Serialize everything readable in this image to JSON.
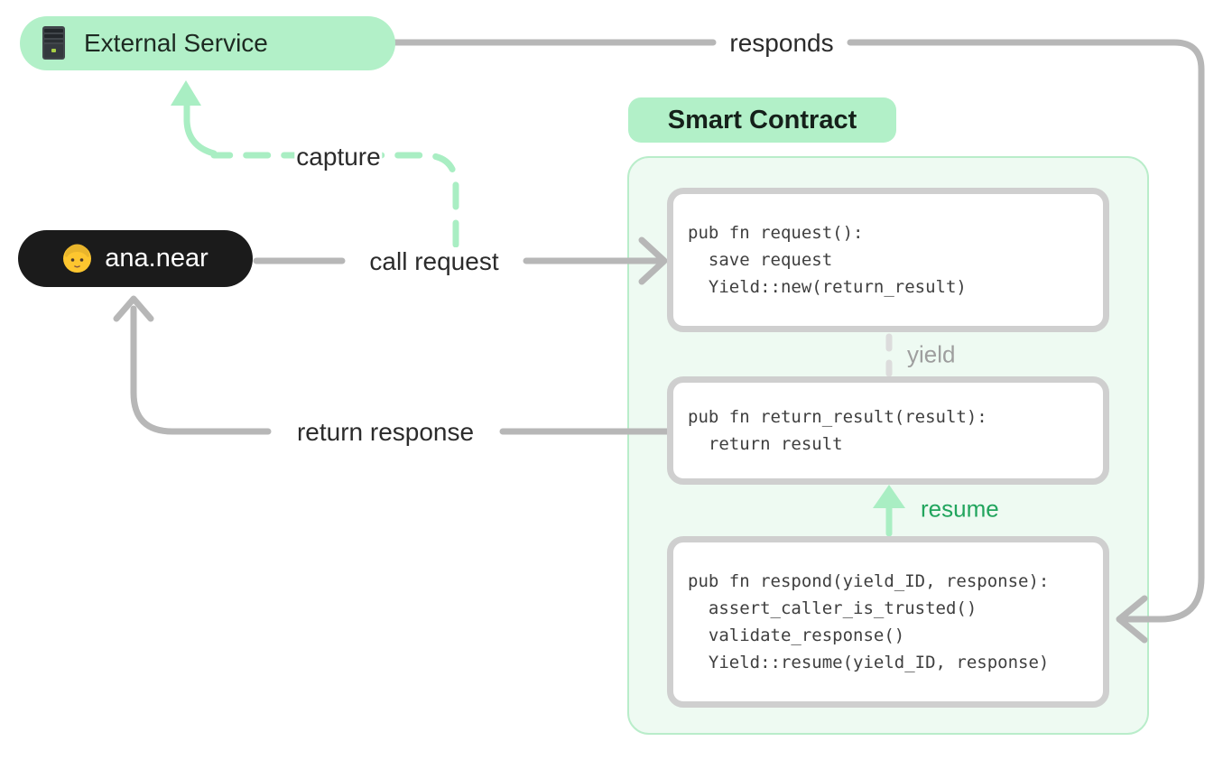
{
  "external_service": {
    "label": "External Service",
    "icon": "server-icon"
  },
  "user": {
    "label": "ana.near",
    "icon": "person-icon"
  },
  "contract": {
    "title": "Smart Contract",
    "functions": [
      {
        "name": "request",
        "lines": [
          "pub fn request():",
          "  save request",
          "  Yield::new(return_result)"
        ]
      },
      {
        "name": "return_result",
        "lines": [
          "pub fn return_result(result):",
          "  return result"
        ]
      },
      {
        "name": "respond",
        "lines": [
          "pub fn respond(yield_ID, response):",
          "  assert_caller_is_trusted()",
          "  validate_response()",
          "  Yield::resume(yield_ID, response)"
        ]
      }
    ]
  },
  "edges": {
    "responds": "responds",
    "capture": "capture",
    "call_request": "call request",
    "return_response": "return response",
    "yield": "yield",
    "resume": "resume"
  },
  "colors": {
    "green_badge": "#b2f0c8",
    "green_arrow": "#a9eec3",
    "container_bg": "#eefaf2",
    "container_border": "#b9edca",
    "green_text": "#22a55e",
    "gray_line": "#b7b7b7",
    "gray_dash": "#dcdcdc",
    "gray_text": "#9e9e9e",
    "box_border": "#cfcfcf",
    "code_text": "#3f3f3f",
    "label_text": "#2b2b2b",
    "pill_bg": "#1b1b1b",
    "pill_text": "#ffffff"
  }
}
